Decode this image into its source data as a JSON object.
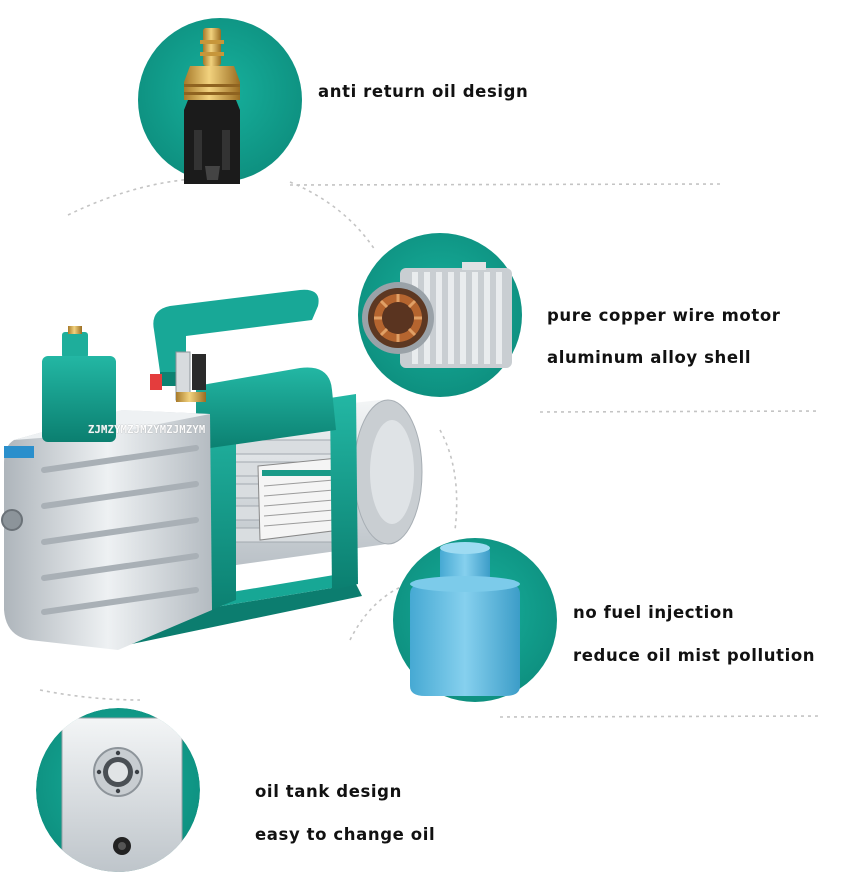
{
  "features": [
    {
      "label": "anti return oil design"
    },
    {
      "label": "pure copper wire motor"
    },
    {
      "label": "aluminum alloy shell"
    },
    {
      "label": "no fuel injection"
    },
    {
      "label": "reduce oil mist pollution"
    },
    {
      "label": "oil tank design"
    },
    {
      "label": "easy to change oil"
    }
  ],
  "watermark": "ZJMZYMZJMZYMZJMZYM",
  "colors": {
    "teal": "#129d8c",
    "teal_dark": "#0c7d6f",
    "aluminum": "#d3d8dc",
    "brass": "#d9a94a",
    "blue_cap": "#5cb8de",
    "dotted_line": "#bdbdbd"
  }
}
